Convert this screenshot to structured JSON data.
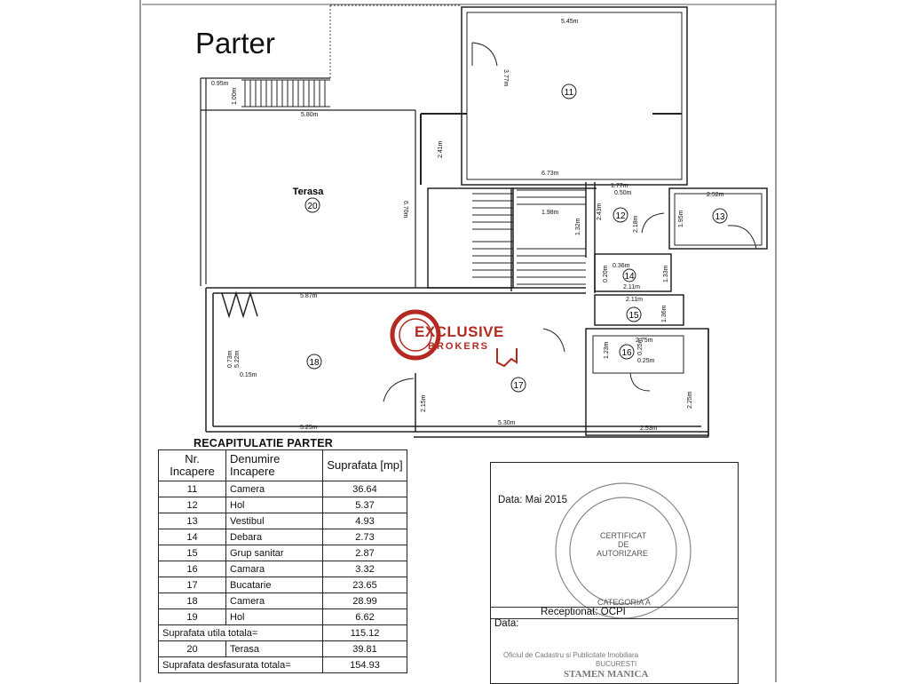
{
  "title": "Parter",
  "rooms": {
    "r11": "11",
    "r12": "12",
    "r13": "13",
    "r14": "14",
    "r15": "15",
    "r16": "16",
    "r17": "17",
    "r18": "18",
    "r20": "20",
    "terasa": "Terasa"
  },
  "dims": {
    "d545": "5.45m",
    "d377": "3.77m",
    "d095": "0.95m",
    "d100": "1.00m",
    "d580": "5.80m",
    "d241": "2.41m",
    "d673": "6.73m",
    "d670": "6.70m",
    "d177": "1.77m",
    "d050": "0.50m",
    "d252": "2.52m",
    "d198": "1.98m",
    "d243": "2.43m",
    "d132": "1.32m",
    "d218": "2.18m",
    "d195": "1.95m",
    "d036": "0.36m",
    "d020": "0.20m",
    "d133": "1.33m",
    "d211a": "2.11m",
    "d587": "5.87m",
    "d211b": "2.11m",
    "d136": "1.36m",
    "d275": "2.75m",
    "d123": "1.23m",
    "d025a": "0.25m",
    "d025b": "0.25m",
    "d522": "5.22m",
    "d073": "0.73m",
    "d015": "0.15m",
    "d215": "2.15m",
    "d225": "2.25m",
    "d525": "5.25m",
    "d530": "5.30m",
    "d253": "2.53m"
  },
  "logo": {
    "line1": "EXCLUSIVE",
    "line2": "BROKERS",
    "brand_color": "#b42a22"
  },
  "recap": {
    "title": "RECAPITULATIE PARTER",
    "headers": {
      "nr": "Nr. Incapere",
      "name": "Denumire Incapere",
      "area": "Suprafata [mp]"
    },
    "rows": [
      {
        "nr": "11",
        "name": "Camera",
        "area": "36.64"
      },
      {
        "nr": "12",
        "name": "Hol",
        "area": "5.37"
      },
      {
        "nr": "13",
        "name": "Vestibul",
        "area": "4.93"
      },
      {
        "nr": "14",
        "name": "Debara",
        "area": "2.73"
      },
      {
        "nr": "15",
        "name": "Grup sanitar",
        "area": "2.87"
      },
      {
        "nr": "16",
        "name": "Camara",
        "area": "3.32"
      },
      {
        "nr": "17",
        "name": "Bucatarie",
        "area": "23.65"
      },
      {
        "nr": "18",
        "name": "Camera",
        "area": "28.99"
      },
      {
        "nr": "19",
        "name": "Hol",
        "area": "6.62"
      }
    ],
    "useful_label": "Suprafata utila totala=",
    "useful_value": "115.12",
    "terrace": {
      "nr": "20",
      "name": "Terasa",
      "area": "39.81"
    },
    "built_label": "Suprafata desfasurata totala=",
    "built_value": "154.93"
  },
  "stamp": {
    "date": "Data: Mai 2015",
    "cert1": "CERTIFICAT",
    "cert2": "DE",
    "cert3": "AUTORIZARE",
    "category": "CATEGORIA A",
    "received": "Receptionat: OCPI",
    "date2": "Data:",
    "office": "Oficiul de Cadastru si Publicitate Imobiliara",
    "city": "BUCURESTI",
    "name": "STAMEN MANICA"
  }
}
